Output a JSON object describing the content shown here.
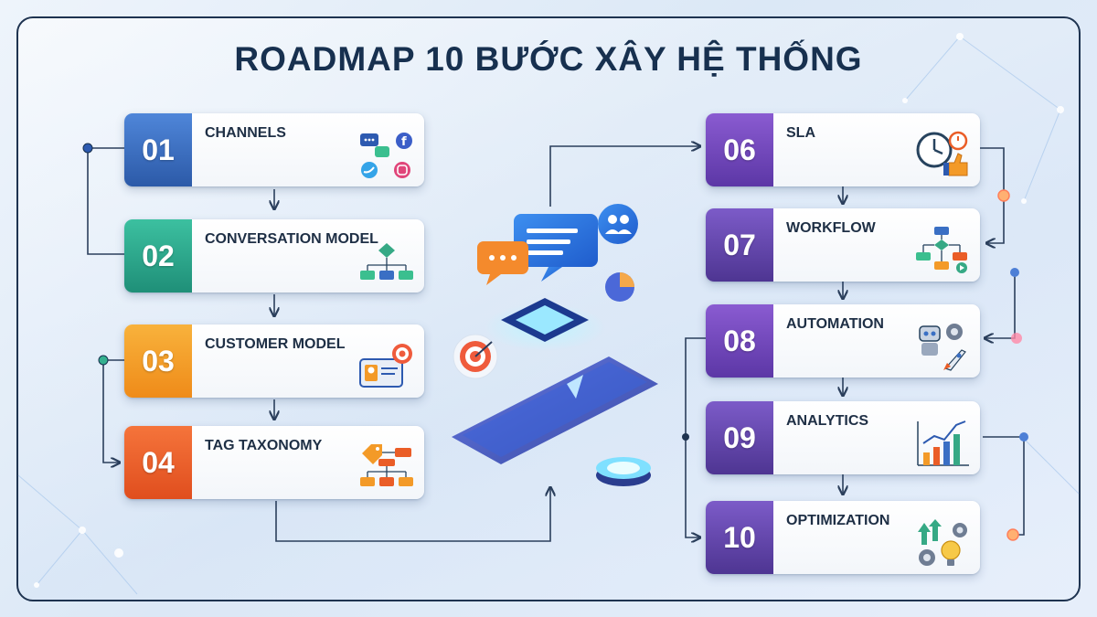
{
  "title": "ROADMAP 10 BƯỚC XÂY HỆ THỐNG",
  "steps": [
    {
      "number": "01",
      "label": "CHANNELS",
      "icon": "social-channels-icon",
      "color": "#3a6fc4"
    },
    {
      "number": "02",
      "label": "CONVERSATION MODEL",
      "icon": "flowchart-icon",
      "color": "#27a586"
    },
    {
      "number": "03",
      "label": "CUSTOMER MODEL",
      "icon": "profile-card-target-icon",
      "color": "#f39a28"
    },
    {
      "number": "04",
      "label": "TAG TAXONOMY",
      "icon": "tag-hierarchy-icon",
      "color": "#ea5d27"
    },
    {
      "number": "06",
      "label": "SLA",
      "icon": "clock-thumbs-up-icon",
      "color": "#6c46b6"
    },
    {
      "number": "07",
      "label": "WORKFLOW",
      "icon": "workflow-diagram-icon",
      "color": "#5b3f9f"
    },
    {
      "number": "08",
      "label": "AUTOMATION",
      "icon": "robot-rocket-icon",
      "color": "#6c46b6"
    },
    {
      "number": "09",
      "label": "ANALYTICS",
      "icon": "bar-chart-icon",
      "color": "#5b3f9f"
    },
    {
      "number": "10",
      "label": "OPTIMIZATION",
      "icon": "growth-lightbulb-icon",
      "color": "#5b3f9f"
    }
  ],
  "center_illustration": "chat-hologram-illustration"
}
